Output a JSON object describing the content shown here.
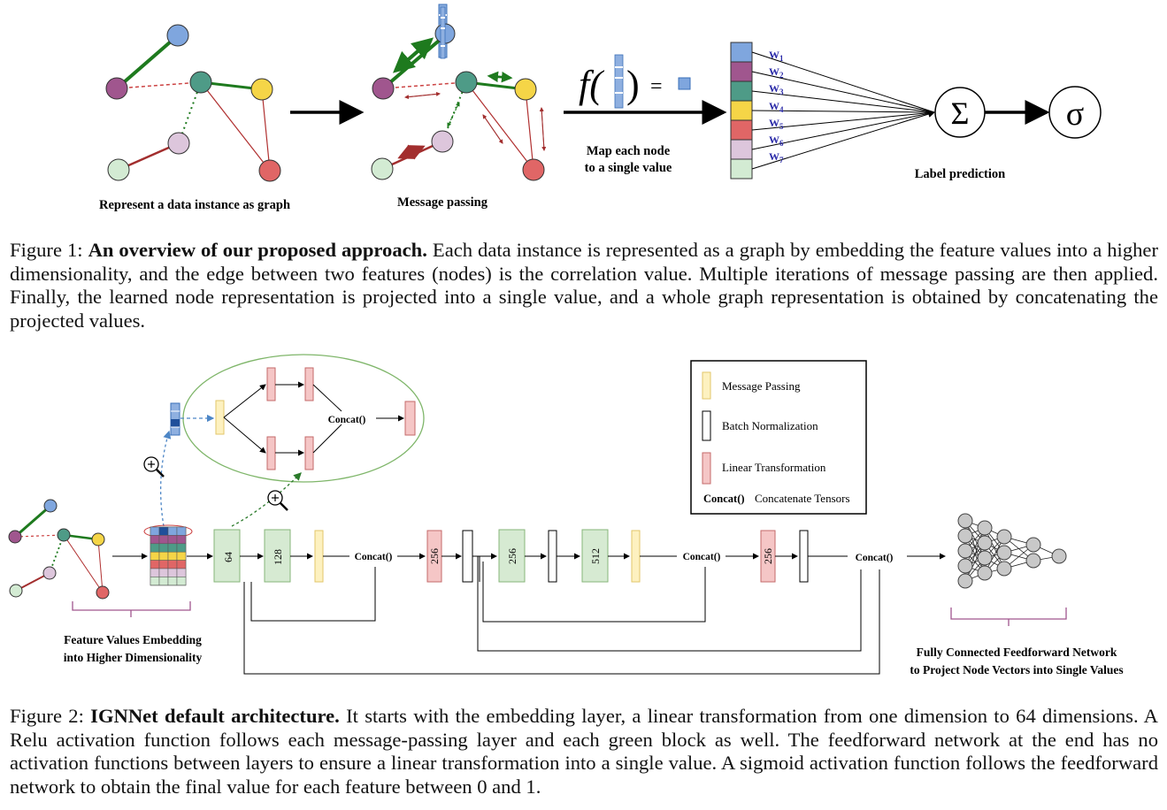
{
  "figure1": {
    "panel_labels": {
      "graph": "Represent a data instance as graph",
      "message": "Message passing",
      "map_line1": "Map each node",
      "map_line2": "to a single value",
      "label_prediction": "Label prediction"
    },
    "weights": [
      "W1",
      "W2",
      "W3",
      "W4",
      "W5",
      "W6",
      "W7"
    ],
    "symbols": {
      "sum": "Σ",
      "sigma": "σ",
      "f": "f(",
      "f_close": ")",
      "eq": "="
    },
    "node_colors": {
      "blue": "#7fa6de",
      "purple": "#a0568e",
      "teal": "#4e9b87",
      "yellow": "#f5d547",
      "lavender": "#ddc6dc",
      "lightgreen": "#d3ebd3",
      "red": "#e06666"
    },
    "edge_colors": {
      "green": "#1e7a1e",
      "red": "#a22e2e"
    }
  },
  "caption1": {
    "prefix": "Figure 1: ",
    "title": "An overview of our proposed approach.",
    "text": " Each data instance is represented as a graph by embedding the feature values into a higher dimensionality, and the edge between two features (nodes) is the correlation value. Multiple iterations of message passing are then applied. Finally, the learned node representation is projected into a single value, and a whole graph representation is obtained by concatenating the projected values."
  },
  "figure2": {
    "legend": {
      "message_passing": "Message Passing",
      "batch_norm": "Batch Normalization",
      "linear": "Linear Transformation",
      "concat_key": "Concat()",
      "concat_desc": "Concatenate Tensors"
    },
    "blocks": {
      "b64": "64",
      "b128": "128",
      "b256a": "256",
      "b256b": "256",
      "b512": "512",
      "b256c": "256"
    },
    "concat_labels": [
      "Concat()",
      "Concat()",
      "Concat()",
      "Concat()"
    ],
    "embedding_label_line1": "Feature Values Embedding",
    "embedding_label_line2": "into Higher Dimensionality",
    "ffn_label_line1": "Fully Connected Feedforward Network",
    "ffn_label_line2": "to Project Node Vectors into Single Values",
    "colors": {
      "yellow_block": "#fdf1c0",
      "yellow_border": "#e2c66a",
      "pink_block": "#f5c6c6",
      "pink_border": "#c46a6a",
      "green_block": "#d6ead2",
      "green_border": "#87b57a",
      "ellipse": "#7fb66a"
    }
  },
  "caption2": {
    "prefix": "Figure 2: ",
    "title": "IGNNet default architecture.",
    "text": " It starts with the embedding layer, a linear transformation from one dimension to 64 dimensions. A Relu activation function follows each message-passing layer and each green block as well. The feedforward network at the end has no activation functions between layers to ensure a linear transformation into a single value. A sigmoid activation function follows the feedforward network to obtain the final value for each feature between 0 and 1."
  }
}
